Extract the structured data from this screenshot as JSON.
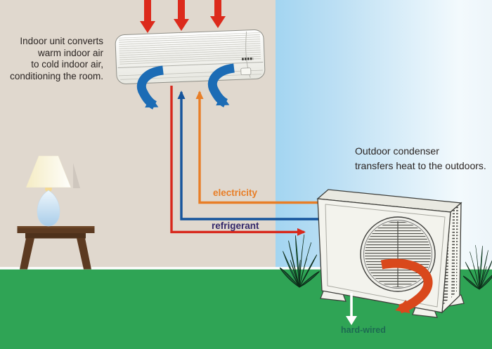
{
  "diagram": {
    "indoor_caption": "Indoor unit converts\nwarm indoor air\nto cold indoor air,\nconditioning the room.",
    "outdoor_caption": "Outdoor condenser\ntransfers heat to the outdoors.",
    "electricity_label": "electricity",
    "refrigerant_label": "refrigerant",
    "hard_wired_label": "hard-wired"
  },
  "colors": {
    "wall": "#E0D8CE",
    "grass": "#2FA455",
    "sky_left": "#A3D5F1",
    "sky_right": "#F3FAFD",
    "warm_air_red": "#DC2A1C",
    "cold_air_blue": "#1C6CB5",
    "electricity_orange": "#E87E27",
    "refrigerant_pipe_blue": "#15549C",
    "refrigerant_pipe_red": "#D8281C",
    "refrigerant_text": "#33286B",
    "hard_wired_text": "#1D6B52",
    "fan_swirl_orange_red": "#D9481C",
    "table_brown": "#5C3A21"
  }
}
